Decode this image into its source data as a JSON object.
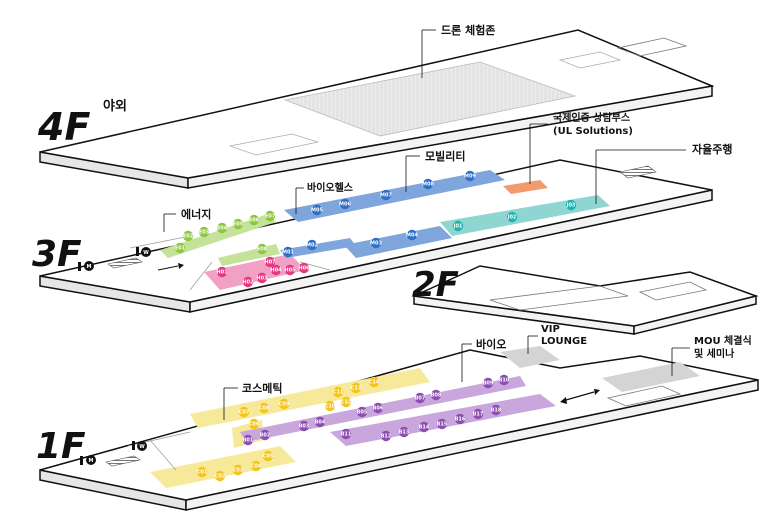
{
  "floors": {
    "f4": {
      "label": "4F",
      "sub": "야외"
    },
    "f3": {
      "label": "3F"
    },
    "f2": {
      "label": "2F"
    },
    "f1": {
      "label": "1F"
    }
  },
  "zones": {
    "drone": "드론 체험존",
    "ul_line1": "국제인증 상담부스",
    "ul_line2": "(UL Solutions)",
    "mobility": "모빌리티",
    "autonomous": "자율주행",
    "biohealth": "바이오헬스",
    "energy": "에너지",
    "bio": "바이오",
    "vip_line1": "VIP",
    "vip_line2": "LOUNGE",
    "mou_line1": "MOU 체결식",
    "mou_line2": "및 세미나",
    "cosmetic": "코스메틱"
  },
  "amenities": {
    "restroom_m": "M",
    "restroom_w": "W"
  },
  "colors": {
    "energy": "#8dc63f",
    "energy_zone": "#c5e29a",
    "mobility": "#2f6fc7",
    "mobility_zone": "#7ea6dd",
    "autonomous": "#1fb3b0",
    "autonomous_zone": "#8fd6d2",
    "biohealth": "#e03b80",
    "biohealth_zone": "#f1a1c4",
    "ul_booth": "#f19a6a",
    "bio": "#8c4fb0",
    "bio_zone": "#c9a6dc",
    "cosmetic": "#f4c51c",
    "cosmetic_zone": "#f7e99a",
    "gray_zone": "#d4d4d4"
  },
  "booths": {
    "energy": [
      "E01",
      "E02",
      "E03",
      "E04",
      "E05",
      "E06",
      "E07",
      "E08"
    ],
    "mobility": [
      "M01",
      "M02",
      "M03",
      "M04",
      "M05",
      "M06",
      "M07",
      "M08",
      "M09"
    ],
    "autonomous": [
      "J01",
      "J02",
      "J03"
    ],
    "biohealth": [
      "H01",
      "H02",
      "H03",
      "H04",
      "H05",
      "H06",
      "H07"
    ],
    "bio": [
      "B01",
      "B02",
      "B03",
      "B04",
      "B05",
      "B06",
      "B07",
      "B08",
      "B09",
      "B10",
      "B11",
      "B12",
      "B13",
      "B14",
      "B15",
      "B16",
      "B17",
      "B18"
    ],
    "cosmetic": [
      "C01",
      "C02",
      "C03",
      "C04",
      "C05",
      "C06",
      "C07",
      "C08",
      "C09",
      "C10",
      "C11",
      "C12",
      "C13",
      "C14"
    ]
  }
}
